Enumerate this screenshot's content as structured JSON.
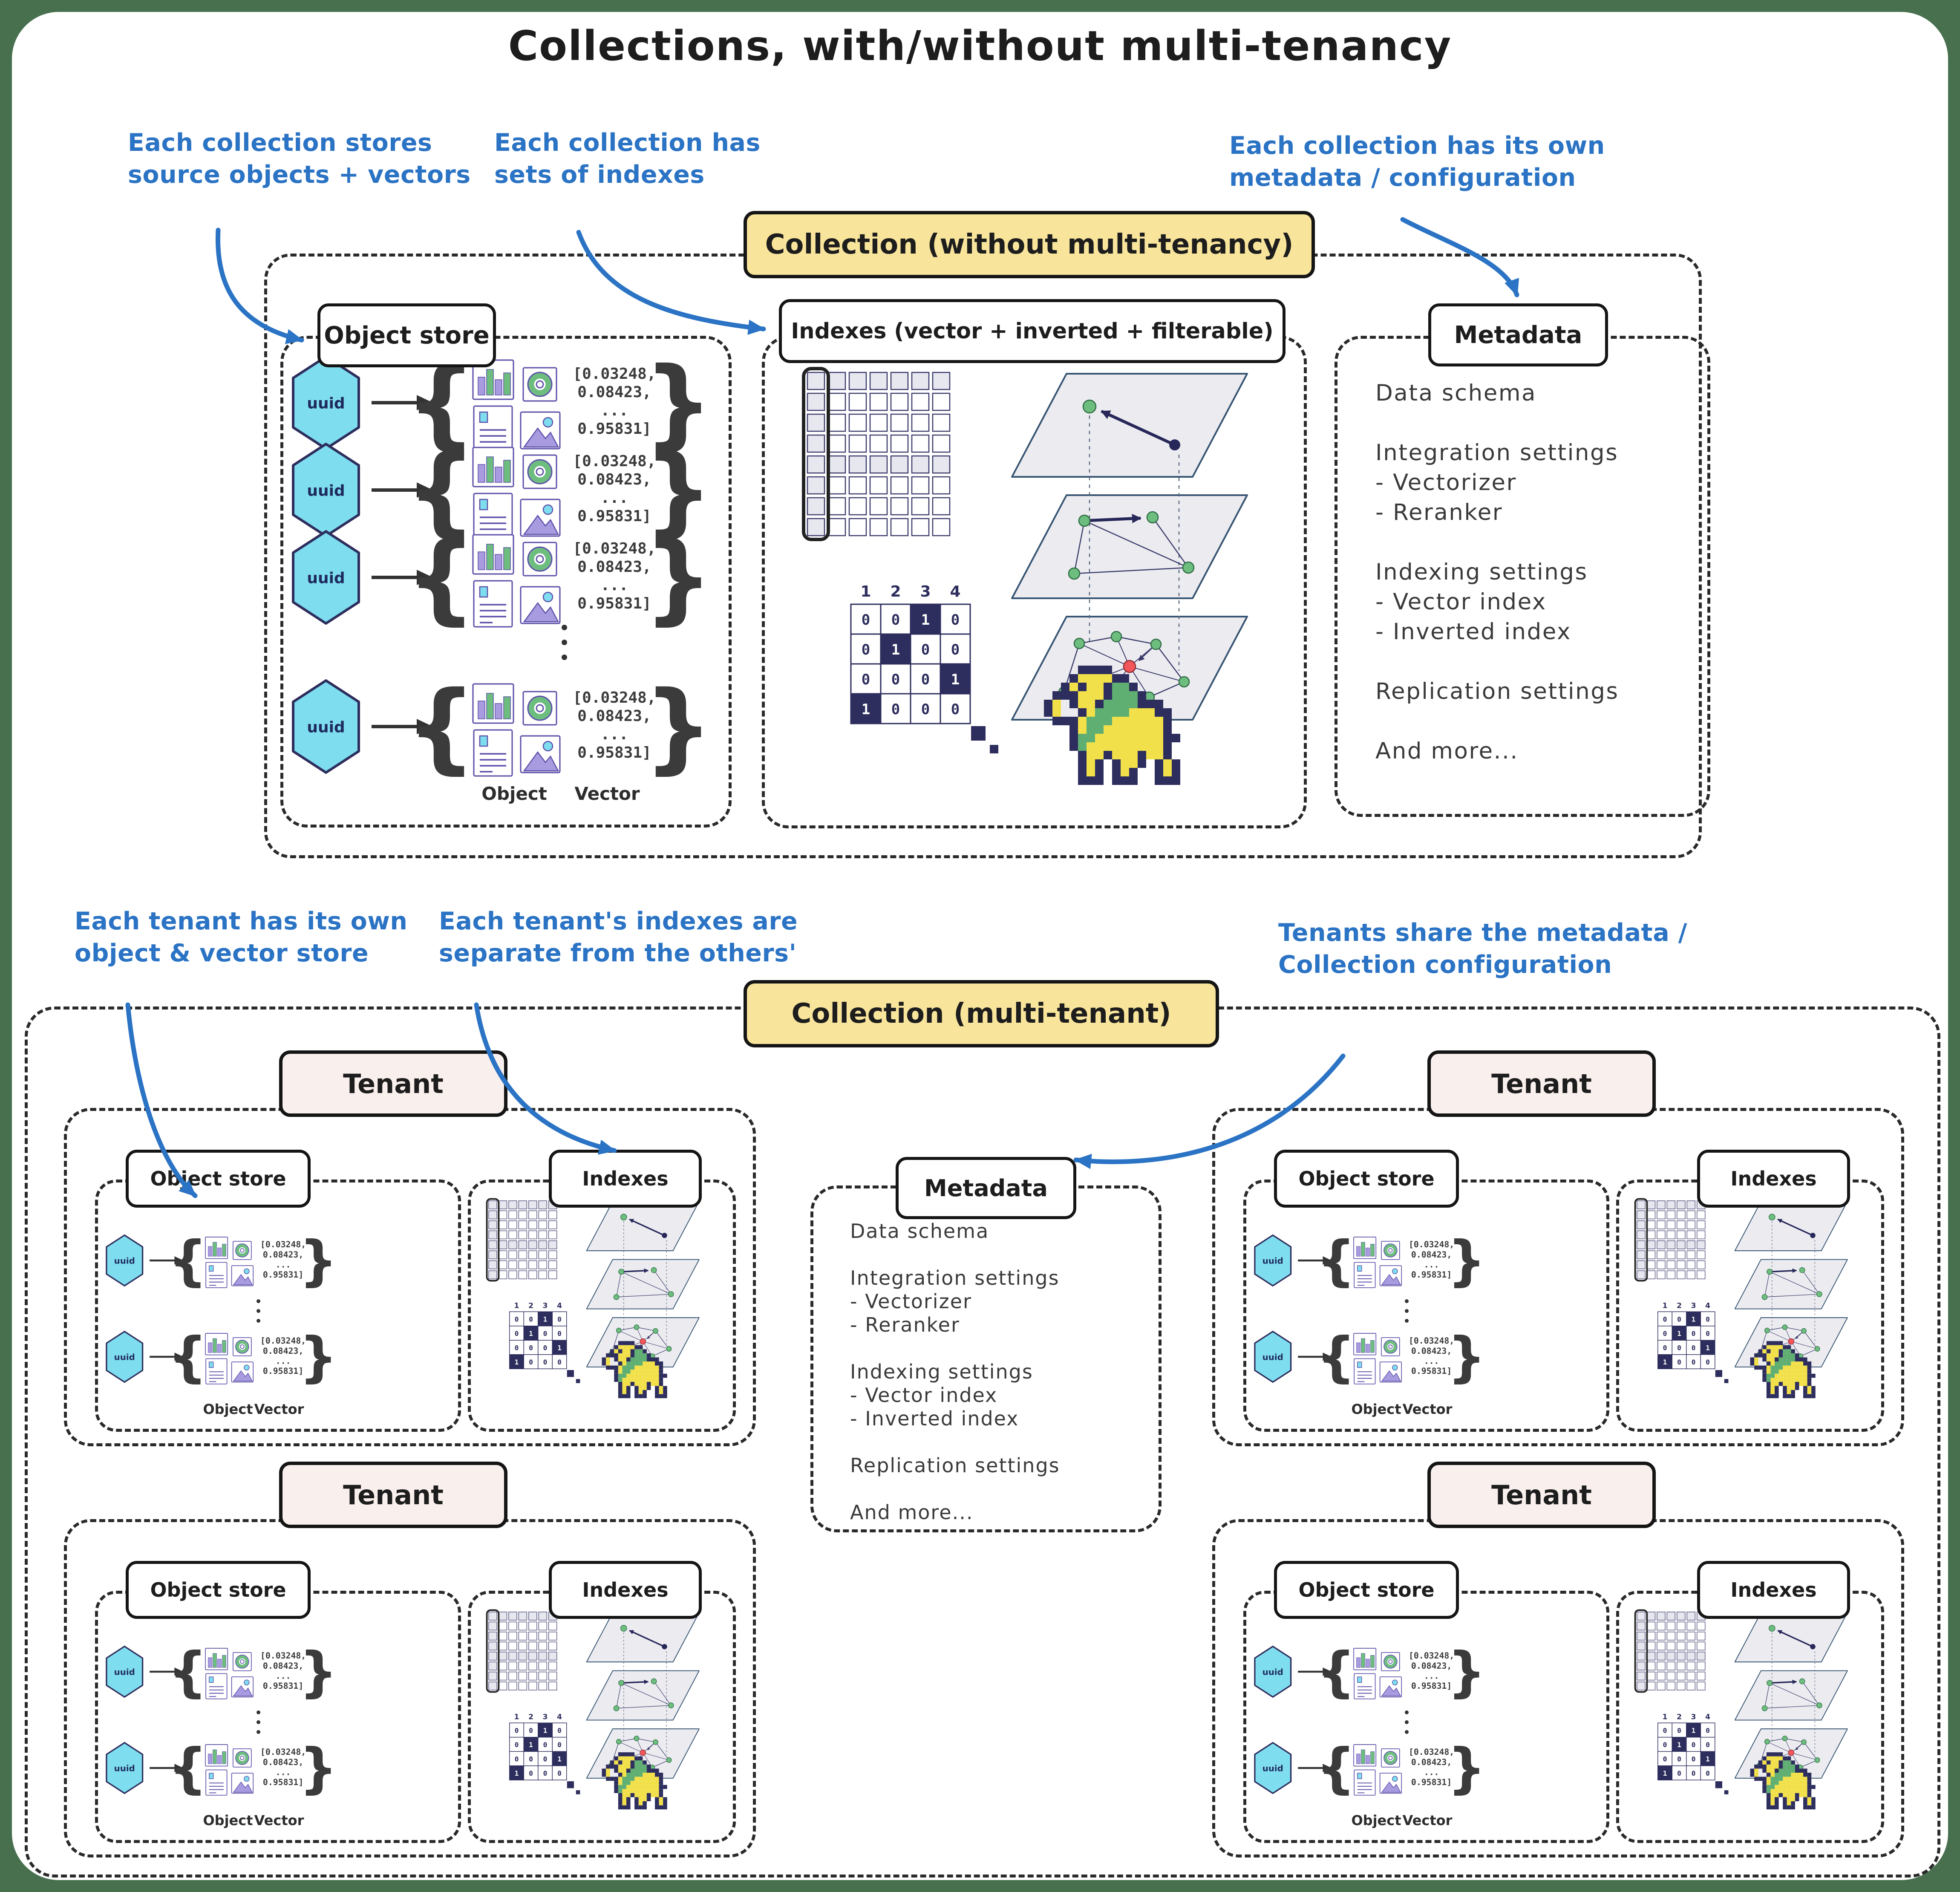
{
  "page": {
    "title": "Collections, with/without multi-tenancy"
  },
  "colors": {
    "background_green": "#48704F",
    "annotation_blue": "#2B73C4",
    "badge_yellow": "#F8E49B",
    "badge_pink": "#F9F0ED",
    "navy": "#2E2E5E",
    "cyan": "#7EDDEE",
    "green": "#5FAE72",
    "purple": "#8F7FD4",
    "red": "#F2565A",
    "lion_yellow": "#F2E04A"
  },
  "annotations": {
    "stores": "Each collection stores\nsource objects + vectors",
    "indexes": "Each collection has\nsets of indexes",
    "metadata": "Each collection has its own\nmetadata / configuration",
    "tenant_store": "Each tenant has its own\nobject & vector store",
    "tenant_indexes": "Each tenant's indexes are\nseparate from the others'",
    "tenant_metadata": "Tenants share the metadata /\nCollection configuration"
  },
  "single_collection": {
    "badge": "Collection  (without multi-tenancy)",
    "object_store_label": "Object store",
    "indexes_label": "Indexes (vector + inverted + filterable)",
    "metadata_label": "Metadata"
  },
  "multi_collection": {
    "badge": "Collection (multi-tenant)",
    "tenant_label": "Tenant",
    "object_store_label": "Object store",
    "indexes_label": "Indexes",
    "metadata_label": "Metadata"
  },
  "object_row": {
    "uuid": "uuid",
    "vector_lines": [
      "[0.03248,",
      "0.08423,",
      "...",
      "0.95831]"
    ],
    "object_label": "Object",
    "vector_label": "Vector"
  },
  "metadata_lines": [
    "Data schema",
    "",
    "Integration settings",
    "- Vectorizer",
    "- Reranker",
    "",
    "Indexing settings",
    "- Vector index",
    "- Inverted index",
    "",
    "Replication settings",
    "",
    "And more..."
  ],
  "matrix": {
    "headers": [
      "1",
      "2",
      "3",
      "4"
    ],
    "rows": [
      [
        0,
        0,
        1,
        0
      ],
      [
        0,
        1,
        0,
        0
      ],
      [
        0,
        0,
        0,
        1
      ],
      [
        1,
        0,
        0,
        0
      ]
    ]
  },
  "icons": {
    "uuid": "hexagon-uuid-icon",
    "object_card_icons": [
      "bar-chart-icon",
      "donut-chart-icon",
      "document-icon",
      "image-icon"
    ],
    "indexes_icons": [
      "vector-column-grid-icon",
      "hnsw-graph-layers-icon",
      "binary-matrix-icon",
      "lion-pixel-art-icon"
    ]
  }
}
